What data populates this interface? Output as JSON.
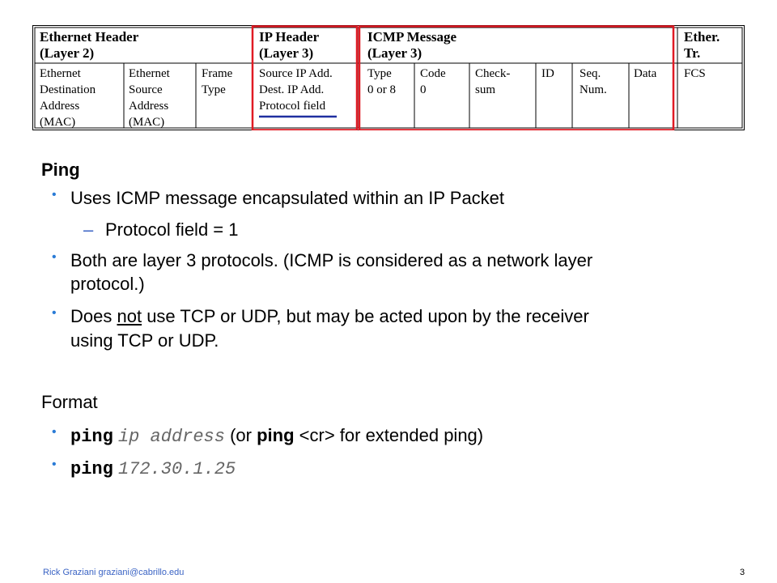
{
  "frame": {
    "headers": {
      "eth": [
        "Ethernet Header",
        "(Layer 2)"
      ],
      "ip": [
        "IP Header",
        "(Layer 3)"
      ],
      "icmp": [
        "ICMP Message",
        "(Layer 3)"
      ],
      "tr": [
        "Ether.",
        "Tr."
      ]
    },
    "cells": {
      "eth_dest": [
        "Ethernet",
        "Destination",
        "Address",
        "(MAC)"
      ],
      "eth_src": [
        "Ethernet",
        "Source",
        "Address",
        "(MAC)"
      ],
      "frame_type": [
        "Frame",
        "Type"
      ],
      "ip_fields": [
        "Source IP Add.",
        "Dest. IP Add.",
        "Protocol field"
      ],
      "type": [
        "Type",
        "0 or 8"
      ],
      "code": [
        "Code",
        "0"
      ],
      "checksum": [
        "Check-",
        "sum"
      ],
      "id": [
        "ID"
      ],
      "seq": [
        "Seq.",
        "Num."
      ],
      "data": [
        "Data"
      ],
      "fcs": [
        "FCS"
      ]
    },
    "colors": {
      "highlight_box": "#e01b24",
      "underline": "#1f2fa0"
    }
  },
  "content": {
    "ping_heading": "Ping",
    "b1": "Uses ICMP message encapsulated within an IP Packet",
    "sub1": "Protocol field = 1",
    "sub1_dash": "–",
    "b2_line1": "Both are layer 3 protocols.  (ICMP is considered as a network layer",
    "b2_line2": "protocol.)",
    "b3_pre": "Does ",
    "b3_not": "not",
    "b3_post": " use TCP or UDP, but may be acted upon by the receiver",
    "b3_line2": "using TCP or UDP.",
    "format_heading": "Format",
    "f1_cmd": "ping",
    "f1_arg": "ip address",
    "f1_mid": " (or ",
    "f1_cmd2": "ping",
    "f1_post": " <cr> for extended ping)",
    "f2_cmd": "ping",
    "f2_arg": "172.30.1.25",
    "bullet_char": "•",
    "bullet_color": "#2a7bd6"
  },
  "footer": {
    "author": "Rick Graziani  graziani@cabrillo.edu",
    "page": "3"
  }
}
